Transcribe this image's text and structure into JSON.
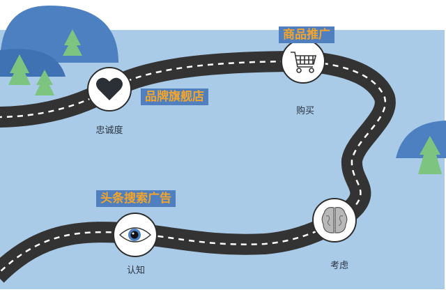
{
  "stages": [
    {
      "key": "awareness",
      "label": "认知",
      "icon": "eye-icon",
      "banner": "头条搜索广告"
    },
    {
      "key": "consideration",
      "label": "考虑",
      "icon": "brain-icon",
      "banner": ""
    },
    {
      "key": "purchase",
      "label": "购买",
      "icon": "shopping-cart-icon",
      "banner": "商品推广"
    },
    {
      "key": "loyalty",
      "label": "忠诚度",
      "icon": "heart-icon",
      "banner": "品牌旗舰店"
    }
  ],
  "colors": {
    "sky": "#a9cbe8",
    "hill": "#4d80c0",
    "tree": "#7cc47f",
    "road": "#333333",
    "banner": "#4f7fbf",
    "banner_text": "#f3a52b"
  }
}
